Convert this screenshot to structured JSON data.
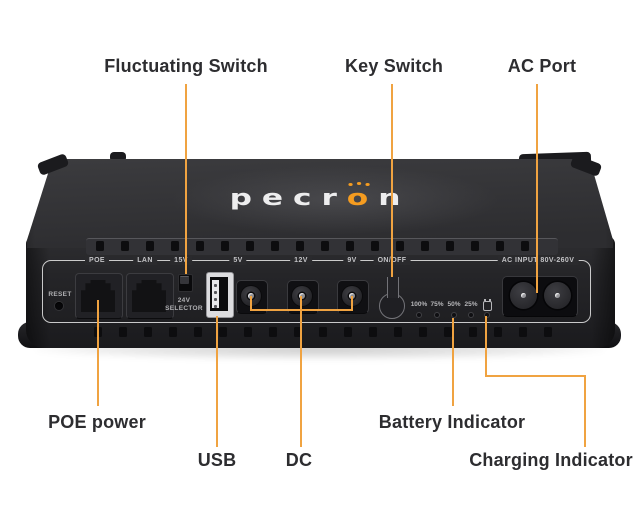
{
  "annotations": {
    "top": [
      {
        "label": "Fluctuating Switch"
      },
      {
        "label": "Key Switch"
      },
      {
        "label": "AC Port"
      }
    ],
    "bottom": [
      {
        "label": "POE power"
      },
      {
        "label": "USB"
      },
      {
        "label": "DC"
      },
      {
        "label": "Battery Indicator"
      },
      {
        "label": "Charging Indicator"
      }
    ]
  },
  "device": {
    "brand": {
      "part1": "pecr",
      "accent": "o",
      "part2": "n"
    },
    "panel": {
      "reset_label": "RESET",
      "port_labels": {
        "poe": "POE",
        "lan": "LAN",
        "v15": "15V",
        "v5": "5V",
        "v12": "12V",
        "v9": "9V",
        "onoff": "ON/OFF",
        "ac": "AC INPUT 80V-260V"
      },
      "selector_line1": "24V",
      "selector_line2": "SELECTOR",
      "battery_levels": [
        "100%",
        "75%",
        "50%",
        "25%"
      ]
    }
  },
  "colors": {
    "callout_line": "#F0A341",
    "brand_accent": "#F59C20",
    "body_dark": "#232327"
  }
}
